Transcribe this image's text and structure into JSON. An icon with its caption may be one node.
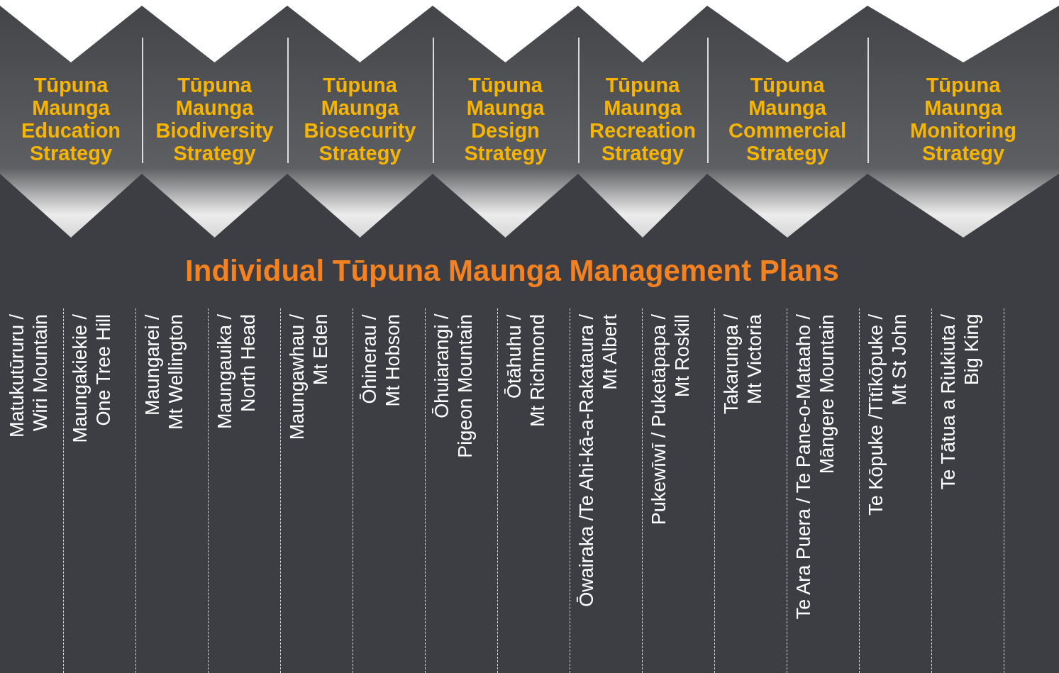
{
  "diagram": {
    "nodes": [
      {
        "text": [
          "Tūpuna Maunga Education Strategy"
        ]
      },
      {
        "text": [
          "Tūpuna Maunga Biodiversity Strategy"
        ]
      },
      {
        "text": [
          "Tūpuna Maunga Biosecurity Strategy"
        ]
      },
      {
        "text": [
          "Tūpuna Maunga Design Strategy"
        ]
      },
      {
        "text": [
          "Tūpuna Maunga Recreation Strategy"
        ]
      },
      {
        "text": [
          "Tūpuna Maunga Commercial Strategy"
        ]
      },
      {
        "text": [
          "Tūpuna Maunga Monitoring Strategy"
        ]
      },
      {
        "text": [
          "Individual Tūpuna Maunga Management Plans"
        ]
      },
      {
        "text": [
          "Matukutūruru / Wiri Mountain"
        ],
        "in": 7
      },
      {
        "text": [
          "Maungakiekie / One Tree Hill"
        ],
        "in": 7
      },
      {
        "text": [
          "Maungarei / Mt Wellington"
        ],
        "in": 7
      },
      {
        "text": [
          "Maungauika / North Head"
        ],
        "in": 7
      },
      {
        "text": [
          "Maungawhau / Mt Eden"
        ],
        "in": 7
      },
      {
        "text": [
          "Ōhinerau / Mt Hobson"
        ],
        "in": 7
      },
      {
        "text": [
          "Ōhuiarangi / Pigeon Mountain"
        ],
        "in": 7
      },
      {
        "text": [
          "Ōtāhuhu / Mt Richmond"
        ],
        "in": 7
      },
      {
        "text": [
          "Ōwairaka /Te Ahi-kā-a-Rakataura / Mt Albert"
        ],
        "in": 7
      },
      {
        "text": [
          "Pukewīwī / Puketāpapa / Mt Roskill"
        ],
        "in": 7
      },
      {
        "text": [
          "Takarunga / Mt Victoria"
        ],
        "in": 7
      },
      {
        "text": [
          "Te Ara Puera / Te Pane-o-Mataaho / Māngere Mountain"
        ],
        "in": 7
      },
      {
        "text": [
          "Te Kōpuke /Tītīkōpuke / Mt St John"
        ],
        "in": 7
      },
      {
        "text": [
          "Te Tātua a Riukiuta / Big King"
        ],
        "in": 7
      }
    ]
  }
}
